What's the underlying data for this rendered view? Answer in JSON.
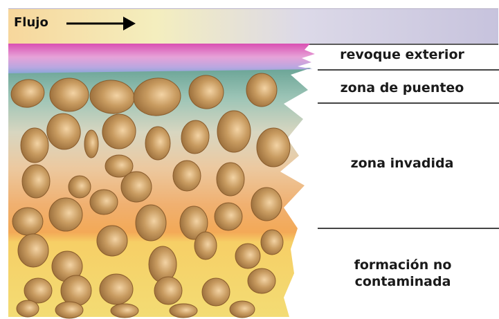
{
  "flow": {
    "label": "Flujo"
  },
  "zones": [
    {
      "label": "revoque exterior"
    },
    {
      "label": "zona de puenteo"
    },
    {
      "label": "zona invadida"
    },
    {
      "label": "formación no\ncontaminada"
    }
  ],
  "colors": {
    "mudcake": "#e070c0",
    "bridging": "#7aa89a",
    "invaded": "#e2c697",
    "uncontaminated": "#f2dc6e",
    "grain": "#c3955a"
  }
}
